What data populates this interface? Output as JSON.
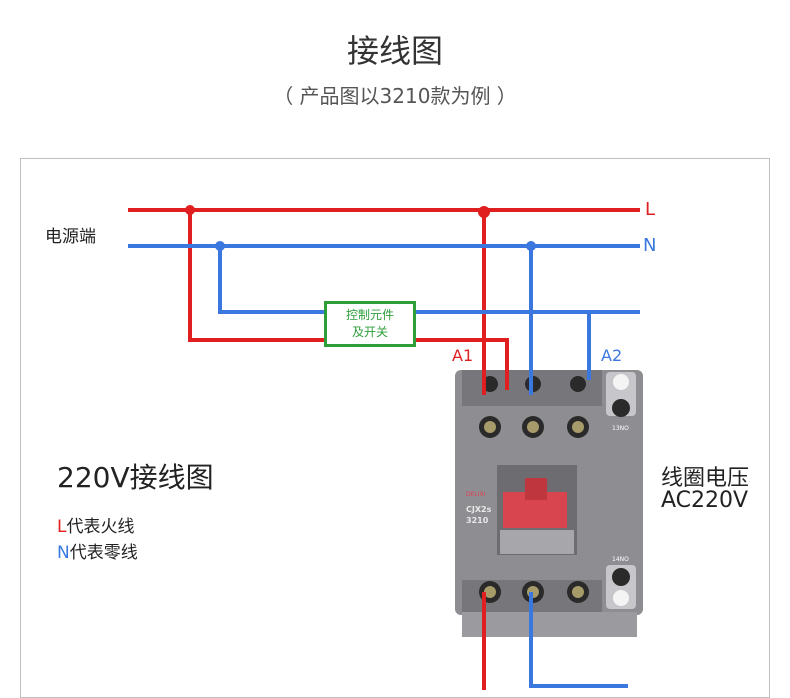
{
  "header": {
    "title": "接线图",
    "subtitle": "（ 产品图以3210款为例 ）"
  },
  "diagram": {
    "power_source_label": "电源端",
    "line_L": "L",
    "line_N": "N",
    "control_element_line1": "控制元件",
    "control_element_line2": "及开关",
    "terminal_A1": "A1",
    "terminal_A2": "A2",
    "wiring_title": "220V接线图",
    "legend_L_letter": "L",
    "legend_L_text": "代表火线",
    "legend_N_letter": "N",
    "legend_N_text": "代表零线",
    "coil_voltage_label": "线圈电压",
    "coil_voltage_value": "AC220V"
  },
  "contactor": {
    "model_line1": "CJX2s",
    "model_line2": "3210",
    "brand": "DELIXI",
    "aux_top": "13NO",
    "aux_bottom": "14NO"
  },
  "colors": {
    "live_wire": "#e02020",
    "neutral_wire": "#3a78e0",
    "control_box": "#2e9e3a",
    "contactor_body": "#8e8e92",
    "contactor_button": "#d9454f"
  }
}
